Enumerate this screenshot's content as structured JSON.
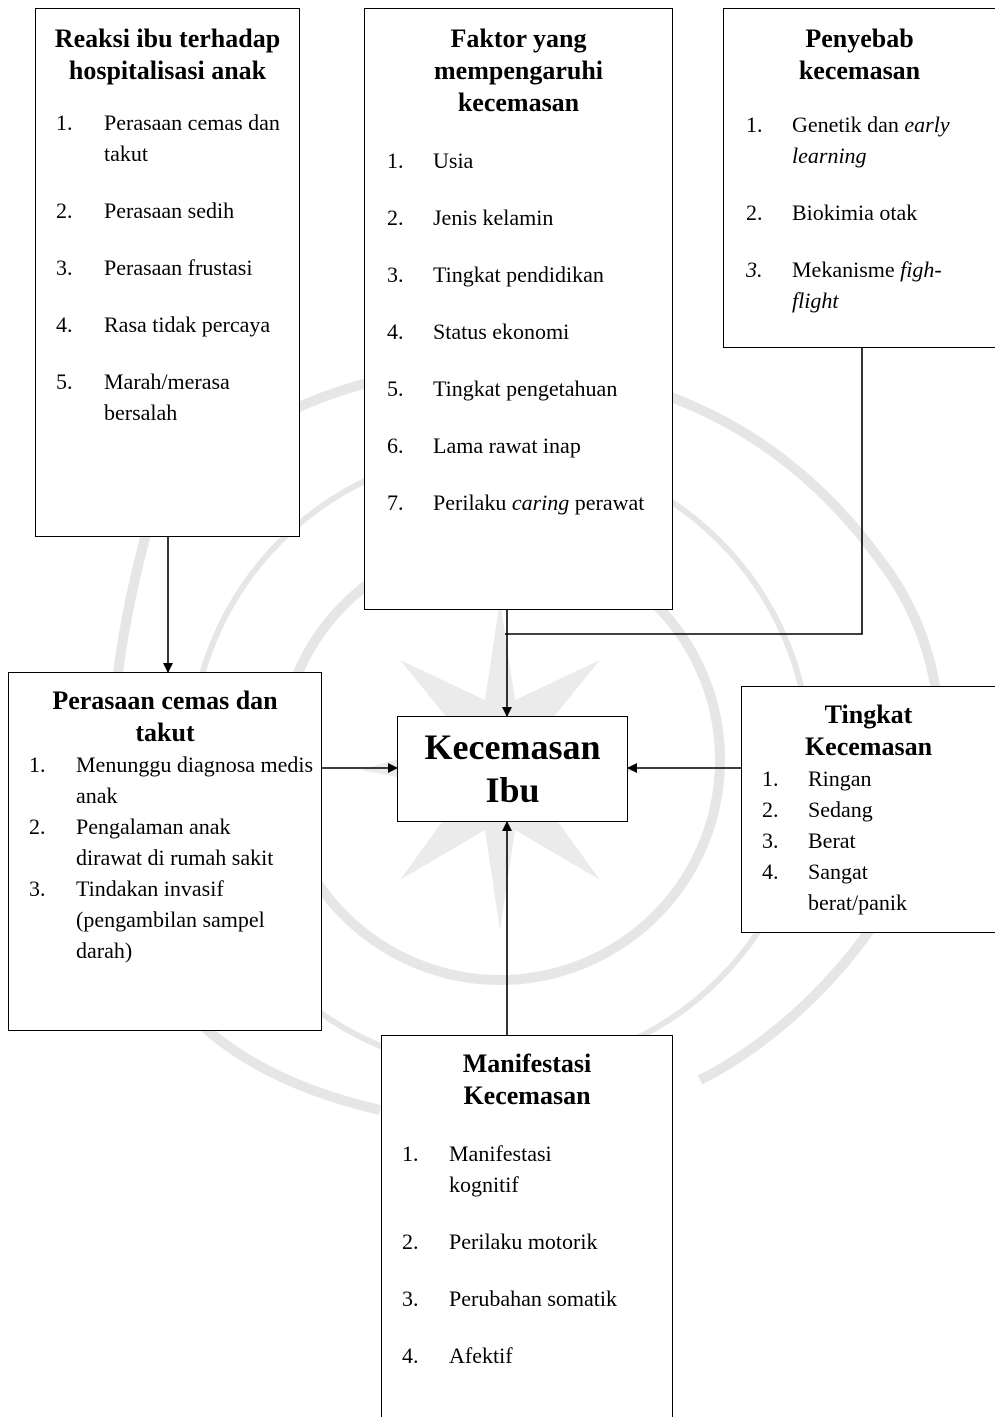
{
  "boxes": {
    "reaksi": {
      "title": "Reaksi ibu terhadap hospitalisasi anak",
      "items": [
        {
          "num": "1.",
          "text": "Perasaan cemas dan takut"
        },
        {
          "num": "2.",
          "text": "Perasaan sedih"
        },
        {
          "num": "3.",
          "text": "Perasaan frustasi"
        },
        {
          "num": "4.",
          "text": "Rasa tidak percaya"
        },
        {
          "num": "5.",
          "text": "Marah/merasa bersalah"
        }
      ]
    },
    "faktor": {
      "title": "Faktor yang mempengaruhi kecemasan",
      "items": [
        {
          "num": "1.",
          "text": "Usia"
        },
        {
          "num": "2.",
          "text": "Jenis kelamin"
        },
        {
          "num": "3.",
          "text": "Tingkat pendidikan"
        },
        {
          "num": "4.",
          "text": "Status ekonomi"
        },
        {
          "num": "5.",
          "text": "Tingkat pengetahuan"
        },
        {
          "num": "6.",
          "text": "Lama rawat inap"
        },
        {
          "num": "7.",
          "text_before": "Perilaku ",
          "text_italic": "caring",
          "text_after": " perawat"
        }
      ]
    },
    "penyebab": {
      "title": "Penyebab kecemasan",
      "items": [
        {
          "num": "1.",
          "text_before": "Genetik dan ",
          "text_italic": "early learning",
          "text_after": ""
        },
        {
          "num": "2.",
          "text_before": "Biokimia otak",
          "text_italic": "",
          "text_after": ""
        },
        {
          "num": "3.",
          "text_before": "Mekanisme ",
          "text_italic": "figh-flight",
          "text_after": ""
        }
      ]
    },
    "perasaan": {
      "title": "Perasaan cemas dan takut",
      "items": [
        {
          "num": "1.",
          "text": "Menunggu diagnosa medis anak"
        },
        {
          "num": "2.",
          "text": "Pengalaman anak dirawat di rumah sakit"
        },
        {
          "num": "3.",
          "text": "Tindakan invasif (pengambilan sampel darah)"
        }
      ]
    },
    "center": {
      "title": "Kecemasan Ibu"
    },
    "tingkat": {
      "title": "Tingkat Kecemasan",
      "items": [
        {
          "num": "1.",
          "text": "Ringan"
        },
        {
          "num": "2.",
          "text": "Sedang"
        },
        {
          "num": "3.",
          "text": "Berat"
        },
        {
          "num": "4.",
          "text": "Sangat berat/panik"
        }
      ]
    },
    "manifestasi": {
      "title": "Manifestasi Kecemasan",
      "items": [
        {
          "num": "1.",
          "text": "Manifestasi kognitif"
        },
        {
          "num": "2.",
          "text": "Perilaku motorik"
        },
        {
          "num": "3.",
          "text": "Perubahan somatik"
        },
        {
          "num": "4.",
          "text": "Afektif"
        }
      ]
    }
  },
  "colors": {
    "line": "#000000",
    "watermark": "#c9c9c9"
  }
}
